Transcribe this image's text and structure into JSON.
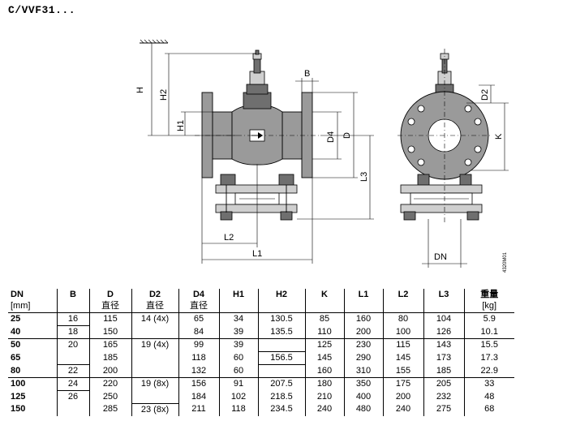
{
  "title": "C/VVF31...",
  "figure": {
    "labels": {
      "H": "H",
      "H2": "H2",
      "H1": "H1",
      "B": "B",
      "D4": "D4",
      "D": "D",
      "L3": "L3",
      "L2": "L2",
      "L1": "L1",
      "D2": "D2",
      "K": "K",
      "DN": "DN",
      "code": "4320M01"
    }
  },
  "table": {
    "headers": [
      "DN",
      "B",
      "D",
      "D2",
      "D4",
      "H1",
      "H2",
      "K",
      "L1",
      "L2",
      "L3",
      "重量"
    ],
    "subheaders": [
      "[mm]",
      "",
      "直径",
      "直径",
      "直径",
      "",
      "",
      "",
      "",
      "",
      "",
      "[kg]"
    ],
    "rows": [
      [
        "25",
        "16",
        "115",
        "14 (4x)",
        "65",
        "34",
        "130.5",
        "85",
        "160",
        "80",
        "104",
        "5.9"
      ],
      [
        "40",
        "18",
        "150",
        "",
        "84",
        "39",
        "135.5",
        "110",
        "200",
        "100",
        "126",
        "10.1"
      ],
      [
        "50",
        "20",
        "165",
        "19 (4x)",
        "99",
        "39",
        "",
        "125",
        "230",
        "115",
        "143",
        "15.5"
      ],
      [
        "65",
        "",
        "185",
        "",
        "118",
        "60",
        "156.5",
        "145",
        "290",
        "145",
        "173",
        "17.3"
      ],
      [
        "80",
        "22",
        "200",
        "",
        "132",
        "60",
        "",
        "160",
        "310",
        "155",
        "185",
        "22.9"
      ],
      [
        "100",
        "24",
        "220",
        "19 (8x)",
        "156",
        "91",
        "207.5",
        "180",
        "350",
        "175",
        "205",
        "33"
      ],
      [
        "125",
        "26",
        "250",
        "",
        "184",
        "102",
        "218.5",
        "210",
        "400",
        "200",
        "232",
        "48"
      ],
      [
        "150",
        "",
        "285",
        "23 (8x)",
        "211",
        "118",
        "234.5",
        "240",
        "480",
        "240",
        "275",
        "68"
      ]
    ]
  }
}
